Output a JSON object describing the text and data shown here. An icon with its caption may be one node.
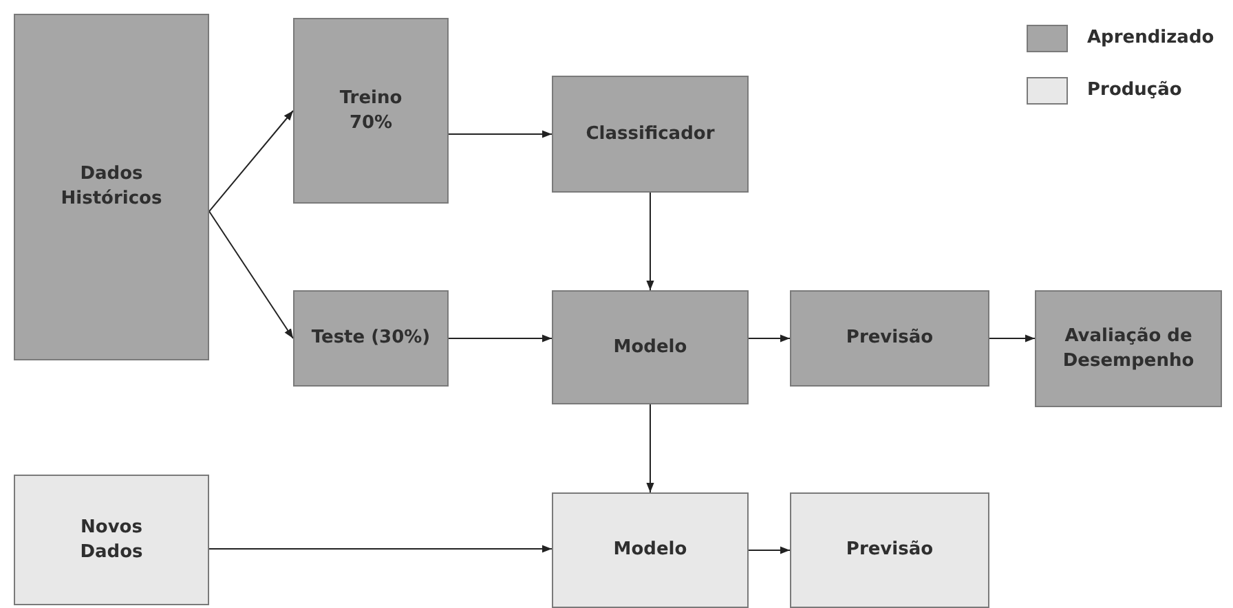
{
  "diagram": {
    "nodes": [
      {
        "text": [
          "Dados Históricos"
        ]
      },
      {
        "text": [
          "Treino 70%"
        ]
      },
      {
        "text": [
          "Classificador"
        ]
      },
      {
        "text": [
          "Teste (30%)"
        ]
      },
      {
        "text": [
          "Modelo"
        ]
      },
      {
        "text": [
          "Previsão"
        ]
      },
      {
        "text": [
          "Avaliação de Desempenho"
        ]
      },
      {
        "text": [
          "Novos Dados"
        ]
      },
      {
        "text": [
          "Modelo"
        ]
      },
      {
        "text": [
          "Previsão"
        ]
      }
    ],
    "edges": [
      {
        "from": 0,
        "to": 1,
        "arrow": "to"
      },
      {
        "from": 0,
        "to": 3,
        "arrow": "to"
      },
      {
        "from": 1,
        "to": 2,
        "arrow": "to"
      },
      {
        "from": 2,
        "to": 4,
        "arrow": "to"
      },
      {
        "from": 3,
        "to": 4,
        "arrow": "to"
      },
      {
        "from": 4,
        "to": 5,
        "arrow": "to"
      },
      {
        "from": 5,
        "to": 6,
        "arrow": "to"
      },
      {
        "from": 4,
        "to": 8,
        "arrow": "to"
      },
      {
        "from": 7,
        "to": 8,
        "arrow": "to"
      },
      {
        "from": 8,
        "to": 9,
        "arrow": "to"
      }
    ],
    "legend": [
      {
        "text": "Aprendizado",
        "color": "#a6a6a6"
      },
      {
        "text": "Produção",
        "color": "#e8e8e8"
      }
    ]
  }
}
